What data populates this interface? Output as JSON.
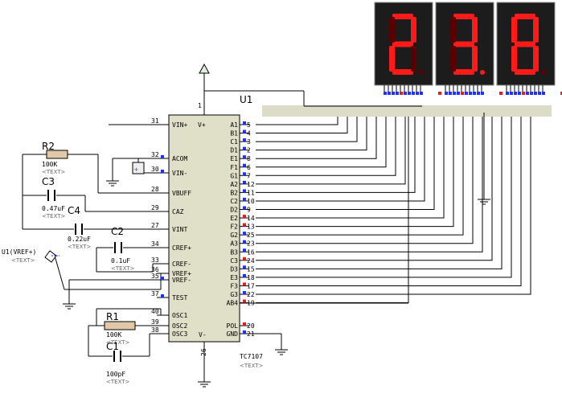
{
  "display": {
    "digits": [
      "2",
      "3",
      "8"
    ]
  },
  "chip": {
    "ref": "U1",
    "part": "TC7107",
    "text": "<TEXT>",
    "v_plus": "V+",
    "v_minus": "V-",
    "top_pin": "1",
    "bottom_pin": "26",
    "left_pins": [
      {
        "num": "31",
        "name": "VIN+"
      },
      {
        "num": "32",
        "name": "ACOM"
      },
      {
        "num": "30",
        "name": "VIN-"
      },
      {
        "num": "28",
        "name": "VBUFF"
      },
      {
        "num": "29",
        "name": "CAZ"
      },
      {
        "num": "27",
        "name": "VINT"
      },
      {
        "num": "34",
        "name": "CREF+"
      },
      {
        "num": "33",
        "name": "CREF-"
      },
      {
        "num": "36",
        "name": "VREF+"
      },
      {
        "num": "35",
        "name": "VREF-"
      },
      {
        "num": "37",
        "name": "TEST"
      },
      {
        "num": "40",
        "name": "OSC1"
      },
      {
        "num": "39",
        "name": "OSC2"
      },
      {
        "num": "38",
        "name": "OSC3"
      }
    ],
    "right_pins": [
      {
        "num": "5",
        "name": "A1"
      },
      {
        "num": "4",
        "name": "B1"
      },
      {
        "num": "3",
        "name": "C1"
      },
      {
        "num": "2",
        "name": "D1"
      },
      {
        "num": "8",
        "name": "E1"
      },
      {
        "num": "6",
        "name": "F1"
      },
      {
        "num": "7",
        "name": "G1"
      },
      {
        "num": "12",
        "name": "A2"
      },
      {
        "num": "11",
        "name": "B2"
      },
      {
        "num": "10",
        "name": "C2"
      },
      {
        "num": "9",
        "name": "D2"
      },
      {
        "num": "14",
        "name": "E2"
      },
      {
        "num": "13",
        "name": "F2"
      },
      {
        "num": "25",
        "name": "G2"
      },
      {
        "num": "23",
        "name": "A3"
      },
      {
        "num": "16",
        "name": "B3"
      },
      {
        "num": "24",
        "name": "C3"
      },
      {
        "num": "15",
        "name": "D3"
      },
      {
        "num": "18",
        "name": "E3"
      },
      {
        "num": "17",
        "name": "F3"
      },
      {
        "num": "22",
        "name": "G3"
      },
      {
        "num": "19",
        "name": "AB4"
      },
      {
        "num": "20",
        "name": "POL"
      },
      {
        "num": "21",
        "name": "GND"
      }
    ]
  },
  "components": {
    "r2": {
      "ref": "R2",
      "value": "100K",
      "text": "<TEXT>"
    },
    "c3": {
      "ref": "C3",
      "value": "0.47uF",
      "text": "<TEXT>"
    },
    "c4": {
      "ref": "C4",
      "value": "0.22uF",
      "text": "<TEXT>"
    },
    "c2": {
      "ref": "C2",
      "value": "0.1uF",
      "text": "<TEXT>"
    },
    "r1": {
      "ref": "R1",
      "value": "100K",
      "text": "<TEXT>"
    },
    "c1": {
      "ref": "C1",
      "value": "100pF",
      "text": "<TEXT>"
    },
    "vref": {
      "ref": "U1(VREF+)",
      "text": "<TEXT>"
    }
  },
  "colors": {
    "segment_on": "#ff1a1a",
    "segment_off": "#5a0000",
    "display_bg": "#1c1c1c",
    "wire": "#000000",
    "bus_fill": "#dcdcc8",
    "chip_fill": "#e0e0c8",
    "pin_blue": "#2030ff",
    "pin_red": "#e02020"
  }
}
